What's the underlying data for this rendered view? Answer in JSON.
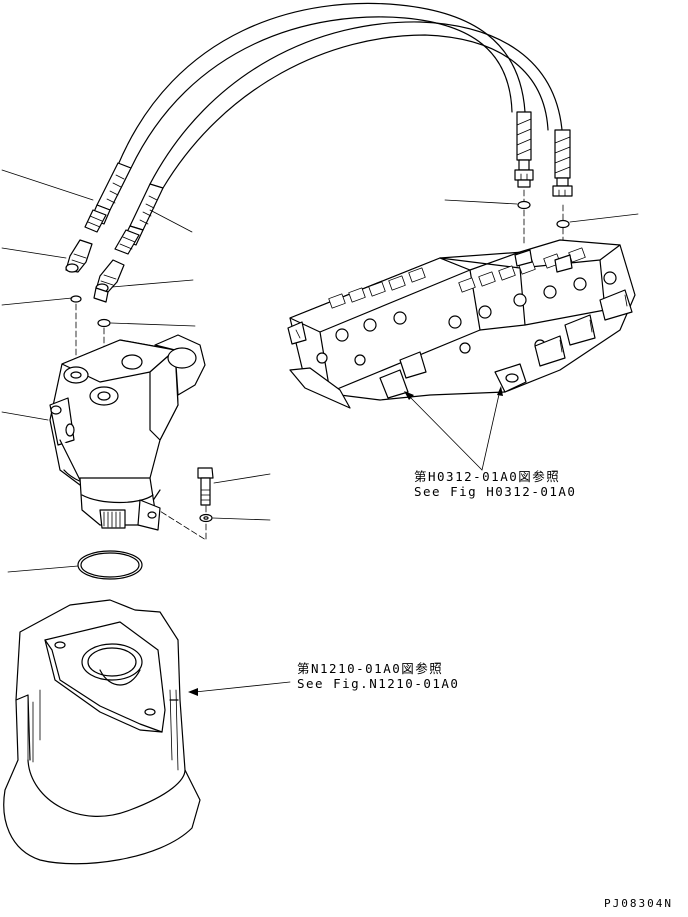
{
  "references": [
    {
      "id": "valve",
      "line_jp": "第H0312-01A0図参照",
      "line_en": "See Fig H0312-01A0"
    },
    {
      "id": "housing",
      "line_jp": "第N1210-01A0図参照",
      "line_en": "See Fig.N1210-01A0"
    }
  ],
  "drawing_code": "PJ08304N"
}
